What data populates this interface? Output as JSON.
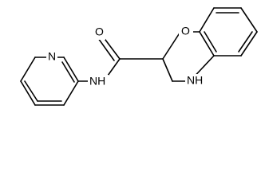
{
  "molecule": {
    "atom_labels": {
      "pyridine_nitrogen": "N",
      "amide_nitrogen": "NH",
      "carbonyl_oxygen": "O",
      "ring_oxygen": "O",
      "ring_nitrogen": "NH"
    },
    "colors": {
      "bond": "#000000",
      "label": "#000000",
      "background": "#ffffff"
    }
  }
}
